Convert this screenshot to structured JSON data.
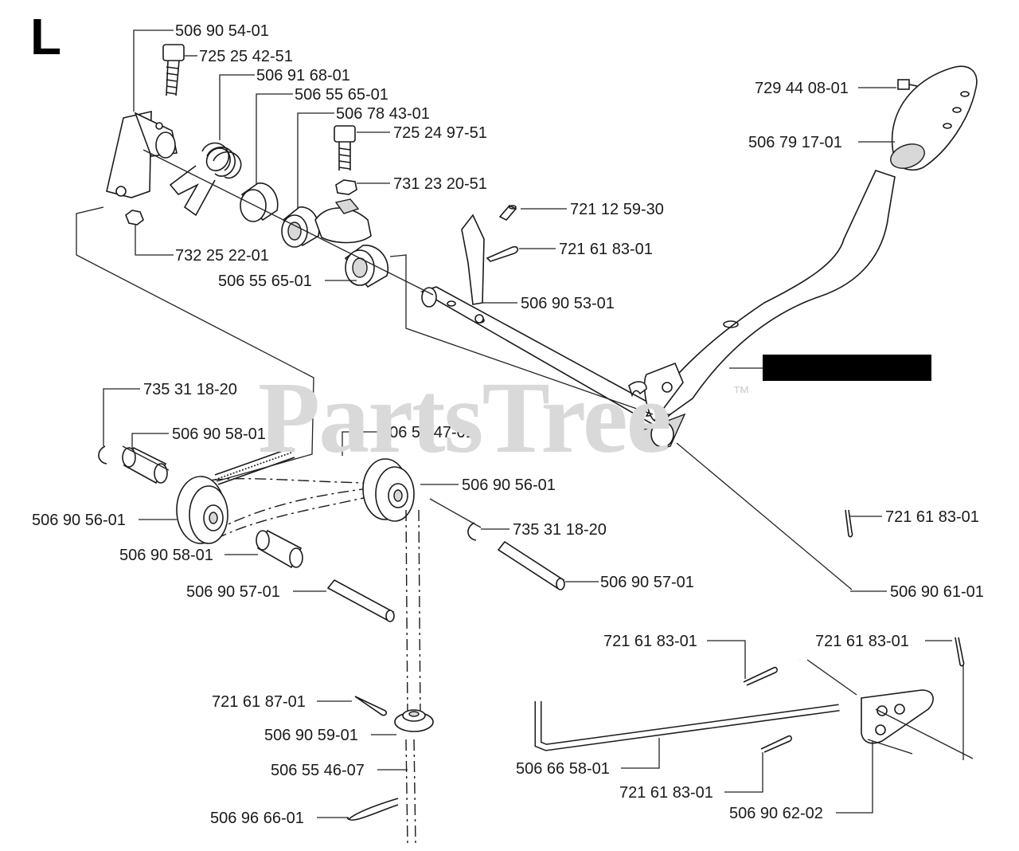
{
  "section_letter": "L",
  "watermark": {
    "text": "PartsTree",
    "trademark": "™"
  },
  "callouts": [
    {
      "id": "c1",
      "part": "506 90 54-01"
    },
    {
      "id": "c2",
      "part": "725 25 42-51"
    },
    {
      "id": "c3",
      "part": "506 91 68-01"
    },
    {
      "id": "c4",
      "part": "506 55 65-01"
    },
    {
      "id": "c5",
      "part": "506 78 43-01"
    },
    {
      "id": "c6",
      "part": "725 24 97-51"
    },
    {
      "id": "c7",
      "part": "731 23 20-51"
    },
    {
      "id": "c8",
      "part": "732 25 22-01"
    },
    {
      "id": "c9",
      "part": "506 55 65-01"
    },
    {
      "id": "c10",
      "part": "729 44 08-01"
    },
    {
      "id": "c11",
      "part": "506 79 17-01"
    },
    {
      "id": "c12",
      "part": "721 12 59-30"
    },
    {
      "id": "c13",
      "part": "721 61 83-01"
    },
    {
      "id": "c14",
      "part": "506 90 53-01"
    },
    {
      "id": "c15",
      "part": "735 31 18-20"
    },
    {
      "id": "c16",
      "part": "506 90 58-01"
    },
    {
      "id": "c17",
      "part": "506 55 47-01"
    },
    {
      "id": "c18",
      "part": "506 90 56-01"
    },
    {
      "id": "c19",
      "part": "506 90 56-01"
    },
    {
      "id": "c20",
      "part": "735 31 18-20"
    },
    {
      "id": "c21",
      "part": "506 90 58-01"
    },
    {
      "id": "c22",
      "part": "506 90 57-01"
    },
    {
      "id": "c23",
      "part": "506 90 57-01"
    },
    {
      "id": "c24",
      "part": "721 61 83-01"
    },
    {
      "id": "c25",
      "part": "506 90 61-01"
    },
    {
      "id": "c26",
      "part": "721 61 83-01"
    },
    {
      "id": "c27",
      "part": "721 61 83-01"
    },
    {
      "id": "c28",
      "part": "721 61 87-01"
    },
    {
      "id": "c29",
      "part": "506 90 59-01"
    },
    {
      "id": "c30",
      "part": "506 55 46-07"
    },
    {
      "id": "c31",
      "part": "506 66 58-01"
    },
    {
      "id": "c32",
      "part": "721 61 83-01"
    },
    {
      "id": "c33",
      "part": "506 90 62-02"
    },
    {
      "id": "c34",
      "part": "506 96 66-01"
    }
  ]
}
